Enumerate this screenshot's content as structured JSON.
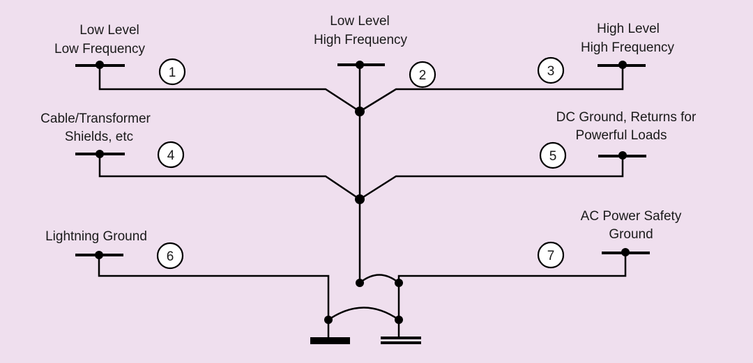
{
  "labels": {
    "ll_lf_1": "Low Level",
    "ll_lf_2": "Low Frequency",
    "ll_hf_1": "Low Level",
    "ll_hf_2": "High Frequency",
    "hl_hf_1": "High Level",
    "hl_hf_2": "High Frequency",
    "shields_1": "Cable/Transformer",
    "shields_2": "Shields, etc",
    "dc_1": "DC Ground, Returns for",
    "dc_2": "Powerful Loads",
    "lightning": "Lightning Ground",
    "ac_1": "AC Power Safety",
    "ac_2": "Ground"
  },
  "numbers": [
    "1",
    "2",
    "3",
    "4",
    "5",
    "6",
    "7"
  ],
  "colors": {
    "background": "#efdfee",
    "line": "#000000",
    "circle_fill": "#ffffff"
  }
}
